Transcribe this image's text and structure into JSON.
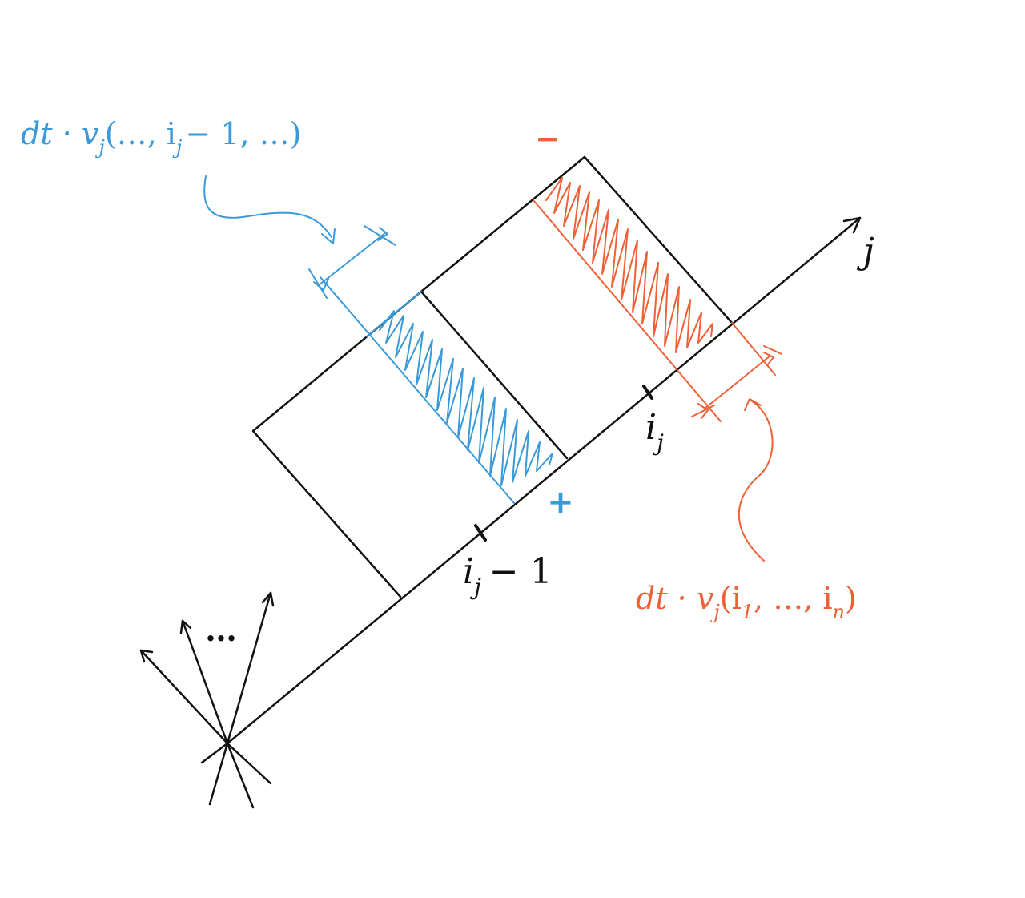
{
  "colors": {
    "ink": "#111111",
    "blue": "#3a9ad9",
    "orange": "#ee6035",
    "background": "#ffffff"
  },
  "labels": {
    "blue_formula": {
      "main": "dt · v",
      "sub": "j",
      "args": "(…, i",
      "args_sub": "j",
      "args_tail": "− 1, …)"
    },
    "orange_formula": {
      "main": "dt · v",
      "sub": "j",
      "args": "(i",
      "args_sub1": "1",
      "args_mid": ", …, i",
      "args_sub2": "n",
      "args_tail": ")"
    },
    "axis_j": "j",
    "tick_ij": {
      "base": "i",
      "sub": "j"
    },
    "tick_ij_minus_1": {
      "base": "i",
      "sub": "j",
      "tail": "− 1"
    },
    "ellipsis": "…",
    "sign_minus": "−",
    "sign_plus": "+"
  },
  "icons": {
    "blue_arrow": "curved-arrow-icon",
    "orange_arrow": "curved-arrow-icon",
    "axis_arrow": "arrowhead-icon"
  }
}
